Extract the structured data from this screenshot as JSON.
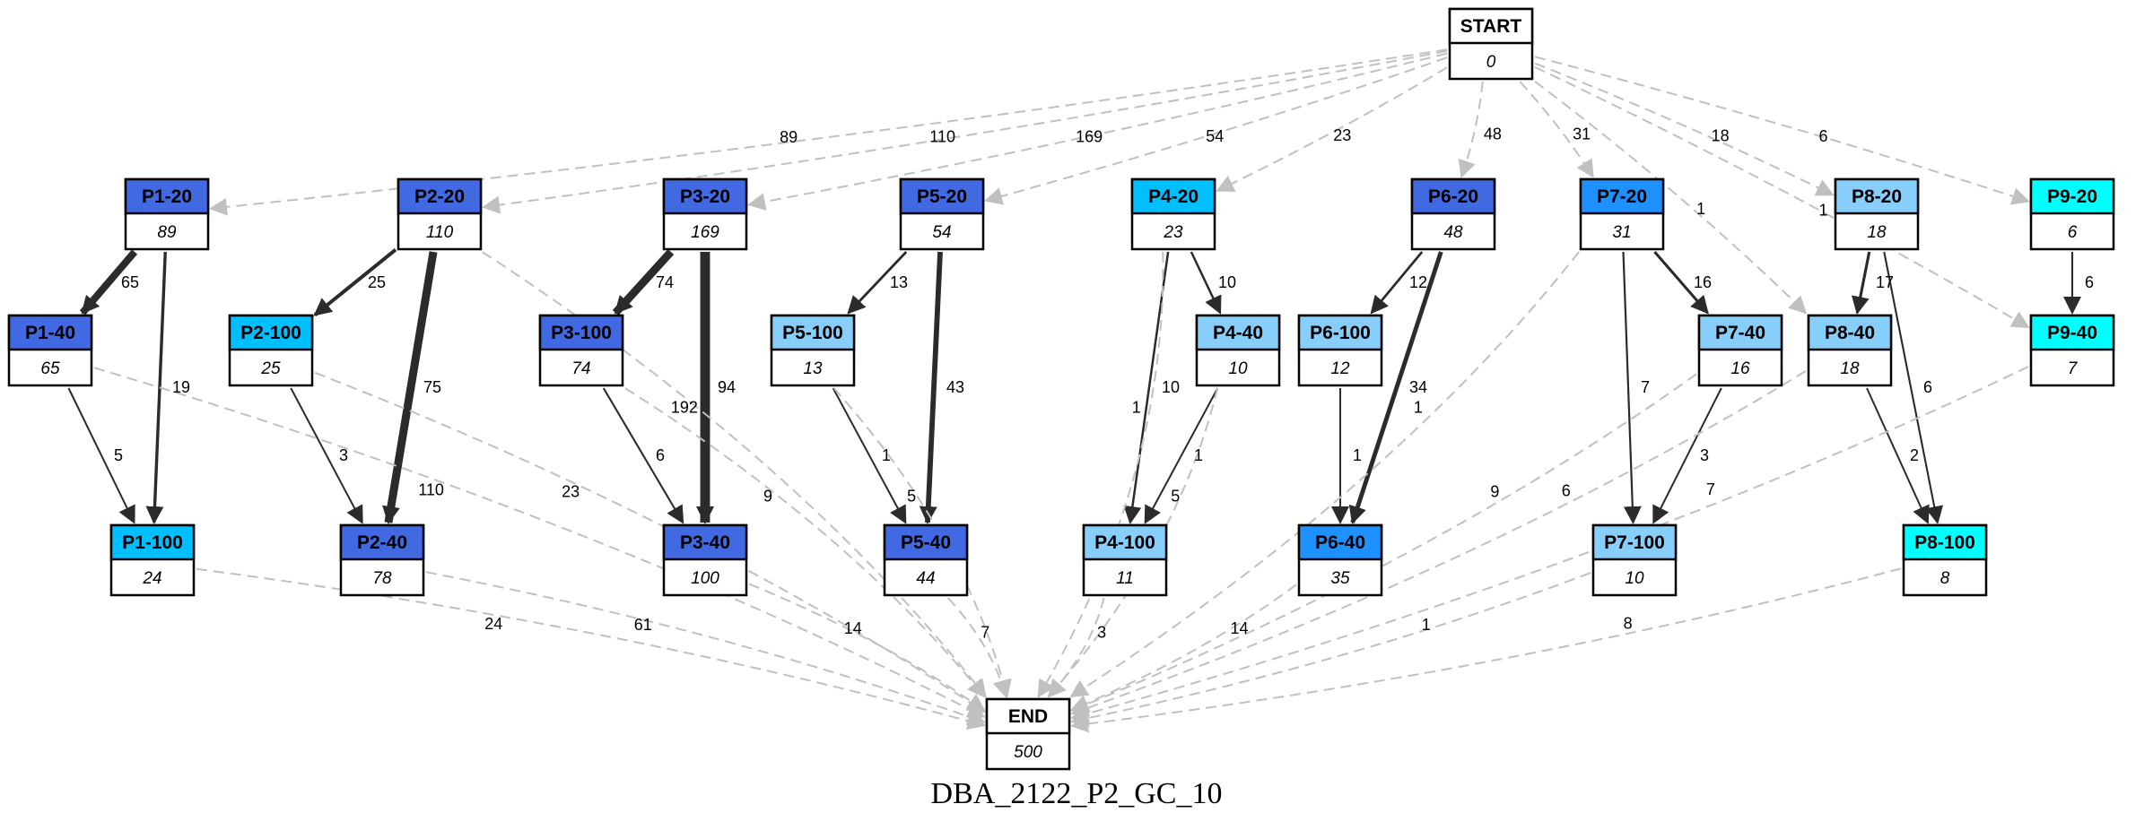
{
  "caption": "DBA_2122_P2_GC_10",
  "colors": {
    "royal": "#4169e1",
    "deepsky": "#00bfff",
    "dodger": "#1e90ff",
    "lightsky": "#87cefa",
    "cyan": "#00ffff",
    "solid_edge": "#2b2b2b",
    "dashed_edge": "#c0c0c0"
  },
  "nodes": [
    {
      "id": "START",
      "label": "START",
      "value": "0",
      "color": "white"
    },
    {
      "id": "END",
      "label": "END",
      "value": "500",
      "color": "white"
    },
    {
      "id": "P1-20",
      "label": "P1-20",
      "value": "89",
      "color": "royal"
    },
    {
      "id": "P2-20",
      "label": "P2-20",
      "value": "110",
      "color": "royal"
    },
    {
      "id": "P3-20",
      "label": "P3-20",
      "value": "169",
      "color": "royal"
    },
    {
      "id": "P5-20",
      "label": "P5-20",
      "value": "54",
      "color": "royal"
    },
    {
      "id": "P4-20",
      "label": "P4-20",
      "value": "23",
      "color": "deepsky"
    },
    {
      "id": "P6-20",
      "label": "P6-20",
      "value": "48",
      "color": "royal"
    },
    {
      "id": "P7-20",
      "label": "P7-20",
      "value": "31",
      "color": "dodger"
    },
    {
      "id": "P8-20",
      "label": "P8-20",
      "value": "18",
      "color": "lightsky"
    },
    {
      "id": "P9-20",
      "label": "P9-20",
      "value": "6",
      "color": "cyan"
    },
    {
      "id": "P1-40",
      "label": "P1-40",
      "value": "65",
      "color": "royal"
    },
    {
      "id": "P2-100",
      "label": "P2-100",
      "value": "25",
      "color": "deepsky"
    },
    {
      "id": "P3-100",
      "label": "P3-100",
      "value": "74",
      "color": "royal"
    },
    {
      "id": "P5-100",
      "label": "P5-100",
      "value": "13",
      "color": "lightsky"
    },
    {
      "id": "P4-40",
      "label": "P4-40",
      "value": "10",
      "color": "lightsky"
    },
    {
      "id": "P6-100",
      "label": "P6-100",
      "value": "12",
      "color": "lightsky"
    },
    {
      "id": "P7-40",
      "label": "P7-40",
      "value": "16",
      "color": "lightsky"
    },
    {
      "id": "P8-40",
      "label": "P8-40",
      "value": "18",
      "color": "lightsky"
    },
    {
      "id": "P9-40",
      "label": "P9-40",
      "value": "7",
      "color": "cyan"
    },
    {
      "id": "P1-100",
      "label": "P1-100",
      "value": "24",
      "color": "deepsky"
    },
    {
      "id": "P2-40",
      "label": "P2-40",
      "value": "78",
      "color": "royal"
    },
    {
      "id": "P3-40",
      "label": "P3-40",
      "value": "100",
      "color": "royal"
    },
    {
      "id": "P5-40",
      "label": "P5-40",
      "value": "44",
      "color": "royal"
    },
    {
      "id": "P4-100",
      "label": "P4-100",
      "value": "11",
      "color": "lightsky"
    },
    {
      "id": "P6-40",
      "label": "P6-40",
      "value": "35",
      "color": "dodger"
    },
    {
      "id": "P7-100",
      "label": "P7-100",
      "value": "10",
      "color": "lightsky"
    },
    {
      "id": "P8-100",
      "label": "P8-100",
      "value": "8",
      "color": "cyan"
    }
  ],
  "edges": [
    {
      "from": "START",
      "to": "P1-20",
      "label": "89",
      "style": "dashed"
    },
    {
      "from": "START",
      "to": "P2-20",
      "label": "110",
      "style": "dashed"
    },
    {
      "from": "START",
      "to": "P3-20",
      "label": "169",
      "style": "dashed"
    },
    {
      "from": "START",
      "to": "P5-20",
      "label": "54",
      "style": "dashed"
    },
    {
      "from": "START",
      "to": "P4-20",
      "label": "23",
      "style": "dashed"
    },
    {
      "from": "START",
      "to": "P6-20",
      "label": "48",
      "style": "dashed"
    },
    {
      "from": "START",
      "to": "P7-20",
      "label": "31",
      "style": "dashed"
    },
    {
      "from": "START",
      "to": "P8-40",
      "label": "1",
      "style": "dashed"
    },
    {
      "from": "START",
      "to": "P8-20",
      "label": "18",
      "style": "dashed"
    },
    {
      "from": "START",
      "to": "P9-40",
      "label": "1",
      "style": "dashed"
    },
    {
      "from": "START",
      "to": "P9-20",
      "label": "6",
      "style": "dashed"
    },
    {
      "from": "P1-20",
      "to": "P1-40",
      "label": "65",
      "style": "solid"
    },
    {
      "from": "P1-20",
      "to": "P1-100",
      "label": "19",
      "style": "solid"
    },
    {
      "from": "P1-40",
      "to": "P1-100",
      "label": "5",
      "style": "solid"
    },
    {
      "from": "P2-20",
      "to": "P2-100",
      "label": "25",
      "style": "solid"
    },
    {
      "from": "P2-20",
      "to": "P2-40",
      "label": "75",
      "style": "solid"
    },
    {
      "from": "P2-100",
      "to": "P2-40",
      "label": "3",
      "style": "solid"
    },
    {
      "from": "P3-20",
      "to": "P3-100",
      "label": "74",
      "style": "solid"
    },
    {
      "from": "P3-20",
      "to": "P3-40",
      "label": "94",
      "style": "solid"
    },
    {
      "from": "P3-100",
      "to": "P3-40",
      "label": "6",
      "style": "solid"
    },
    {
      "from": "P5-20",
      "to": "P5-100",
      "label": "13",
      "style": "solid"
    },
    {
      "from": "P5-20",
      "to": "P5-40",
      "label": "43",
      "style": "solid"
    },
    {
      "from": "P5-100",
      "to": "P5-40",
      "label": "1",
      "style": "solid"
    },
    {
      "from": "P4-20",
      "to": "P4-100",
      "label": "10",
      "style": "solid"
    },
    {
      "from": "P4-20",
      "to": "P4-40",
      "label": "10",
      "style": "solid"
    },
    {
      "from": "P4-40",
      "to": "P4-100",
      "label": "1",
      "style": "solid"
    },
    {
      "from": "P6-20",
      "to": "P6-100",
      "label": "12",
      "style": "solid"
    },
    {
      "from": "P6-20",
      "to": "P6-40",
      "label": "34",
      "style": "solid"
    },
    {
      "from": "P6-100",
      "to": "P6-40",
      "label": "1",
      "style": "solid"
    },
    {
      "from": "P7-20",
      "to": "P7-100",
      "label": "7",
      "style": "solid"
    },
    {
      "from": "P7-20",
      "to": "P7-40",
      "label": "16",
      "style": "solid"
    },
    {
      "from": "P7-40",
      "to": "P7-100",
      "label": "3",
      "style": "solid"
    },
    {
      "from": "P8-20",
      "to": "P8-40",
      "label": "17",
      "style": "solid"
    },
    {
      "from": "P8-20",
      "to": "P8-100",
      "label": "6",
      "style": "solid"
    },
    {
      "from": "P8-40",
      "to": "P8-100",
      "label": "2",
      "style": "solid"
    },
    {
      "from": "P9-20",
      "to": "P9-40",
      "label": "6",
      "style": "solid"
    },
    {
      "from": "P1-40",
      "to": "END",
      "label": "110",
      "style": "dashed"
    },
    {
      "from": "P1-100",
      "to": "END",
      "label": "24",
      "style": "dashed"
    },
    {
      "from": "P2-20",
      "to": "END",
      "label": "192",
      "style": "dashed"
    },
    {
      "from": "P2-100",
      "to": "END",
      "label": "23",
      "style": "dashed"
    },
    {
      "from": "P2-40",
      "to": "END",
      "label": "61",
      "style": "dashed"
    },
    {
      "from": "P3-100",
      "to": "END",
      "label": "9",
      "style": "dashed"
    },
    {
      "from": "P3-40",
      "to": "END",
      "label": "14",
      "style": "dashed"
    },
    {
      "from": "P5-100",
      "to": "END",
      "label": "5",
      "style": "dashed"
    },
    {
      "from": "P5-40",
      "to": "END",
      "label": "7",
      "style": "dashed"
    },
    {
      "from": "P4-20",
      "to": "END",
      "label": "1",
      "style": "dashed"
    },
    {
      "from": "P4-100",
      "to": "END",
      "label": "3",
      "style": "dashed"
    },
    {
      "from": "P4-40",
      "to": "END",
      "label": "5",
      "style": "dashed"
    },
    {
      "from": "P6-40",
      "to": "END",
      "label": "14",
      "style": "dashed"
    },
    {
      "from": "P7-20",
      "to": "END",
      "label": "1",
      "style": "dashed"
    },
    {
      "from": "P7-100",
      "to": "END",
      "label": "1",
      "style": "dashed"
    },
    {
      "from": "P7-40",
      "to": "END",
      "label": "9",
      "style": "dashed"
    },
    {
      "from": "P8-40",
      "to": "END",
      "label": "6",
      "style": "dashed"
    },
    {
      "from": "P8-100",
      "to": "END",
      "label": "8",
      "style": "dashed"
    },
    {
      "from": "P9-40",
      "to": "END",
      "label": "7",
      "style": "dashed"
    }
  ]
}
